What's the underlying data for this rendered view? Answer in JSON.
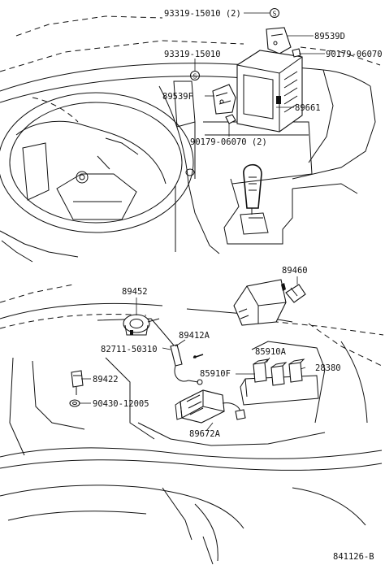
{
  "parts": {
    "screw_top": "93319-15010 (2)",
    "bracket_d": "89539D",
    "screw_mid": "93319-15010",
    "nut_right": "90179-06070",
    "bracket_f": "89539F",
    "ecu": "89661",
    "nut_bottom": "90179-06070 (2)",
    "relay_unit": "89460",
    "sensor_452": "89452",
    "sensor_412a": "89412A",
    "clamp": "82711-50310",
    "relay_910a": "85910A",
    "relay_910f": "85910F",
    "relay_283": "28380",
    "sensor_422": "89422",
    "washer": "90430-12005",
    "actuator": "89672A"
  },
  "figure_code": "841126-B",
  "screw_symbol": "S"
}
